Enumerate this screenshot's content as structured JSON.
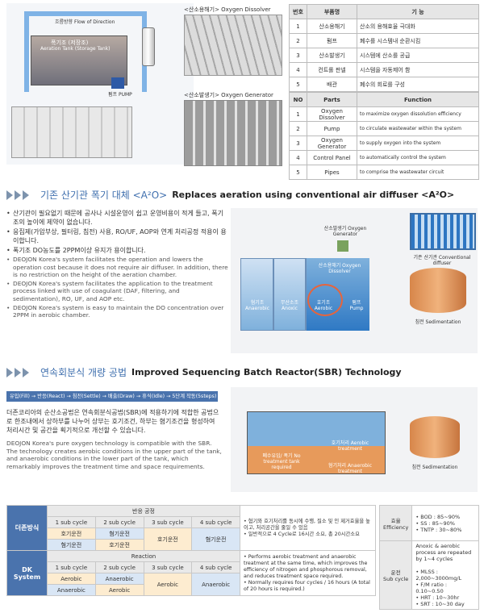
{
  "top_diagram": {
    "flow_label": "흐름방향 Flow of Direction",
    "tank_label": "폭기조 (저장조)",
    "tank_label_en": "Aeration Tank (Storage Tank)",
    "pump_label": "펌프 PUMP",
    "dissolver_label": "<산소용해기> Oxygen Dissolver",
    "generator_label": "<산소발생기> Oxygen Generator"
  },
  "kr_table": {
    "headers": [
      "번호",
      "부품명",
      "기 능"
    ],
    "rows": [
      [
        "1",
        "산소용해기",
        "산소의 용해효율 극대화"
      ],
      [
        "2",
        "펌프",
        "폐수를 시스템내 순환시킴"
      ],
      [
        "3",
        "산소발생기",
        "시스템에 산소를 공급"
      ],
      [
        "4",
        "컨트롤 판넬",
        "시스템을 자동제어 함"
      ],
      [
        "5",
        "배관",
        "폐수의 회로를 구성"
      ]
    ]
  },
  "en_table": {
    "headers": [
      "NO",
      "Parts",
      "Function"
    ],
    "rows": [
      [
        "1",
        "Oxygen Dissolver",
        "to maximize oxygen dissolution efficiency"
      ],
      [
        "2",
        "Pump",
        "to circulate wastewater within the system"
      ],
      [
        "3",
        "Oxygen Generator",
        "to supply oxygen into the system"
      ],
      [
        "4",
        "Control Panel",
        "to automatically control the system"
      ],
      [
        "5",
        "Pipes",
        "to comprise the wastewater circuit"
      ]
    ]
  },
  "section1": {
    "title_ko": "기존 산기관 폭기 대체 <A²O>",
    "title_en": "Replaces aeration using conventional air diffuser <A²O>",
    "bullets_ko": [
      "산기관이 필요없기 때문에 공사나 시설운영이 쉽고 운영비용이 적게 들고, 폭기조의 높이에 제약이 없습니다.",
      "응집제(가압부상, 필터링, 침전) 사용, RO/UF, AOP와 연계 처리공정 적용이 용이합니다.",
      "폭기조 DO농도를 2PPM이상 유지가 용이합니다."
    ],
    "bullets_en": [
      "DEOJON Korea's system facilitates the operation and lowers the operation cost because it does not require air diffuser. In addition, there is no restriction on the height of the aeration chamber.",
      "DEOJON Korea's system facilitates the application to the treatment process linked with use of coagulant (DAF, filtering, and sedimentation), RO, UF, and AOP etc.",
      "DEOJON Korea's system is easy to maintain the DO concentration over 2PPM in aerobic chamber."
    ],
    "diagram": {
      "generator": "산소발생기 Oxygen Generator",
      "dissolver": "산소용해기 Oxygen Dissolver",
      "anaerobic": "혐기조 Anaerobic",
      "anoxic": "무산소조 Anoxic",
      "aerobic": "호기조 Aerobic",
      "pump": "펌프 Pump",
      "diffuser": "기존 산기관 Conventional diffuser",
      "sedimentation": "침전 Sedimentation"
    }
  },
  "section2": {
    "title_ko": "연속회분식 개량 공법",
    "title_en": "Improved Sequencing Batch Reactor(SBR) Technology",
    "flow": "유입(Fill) → 반응(React) → 침전(Settle) → 배출(Draw) → 휴식(Idle) → 5단계 작동(5steps)",
    "para_ko": "더존코리아의 순산소공법은 연속회분식공법(SBR)에 적용하기에 적합한 공법으로 한조내에서 상하부를 나누어 상부는 호기조건, 하부는 혐기조건을 형성하여 처리시간 및 공간을 획기적으로 개선할 수 있습니다.",
    "para_en": "DEOJON Korea's pure oxygen technology is compatible with the SBR. The technology creates aerobic conditions in the upper part of the tank, and anaerobic conditions in the lower part of the tank, which remarkably improves the treatment time and space requirements.",
    "diagram": {
      "aerobic": "호기처리 Aerobic treatment",
      "anaerobic": "혐기처리 Anaerobic treatment",
      "no_diffuser": "폐수유입/ 폭기 No treatment tank required",
      "sedimentation": "침전 Sedimentation"
    }
  },
  "bottom_table": {
    "legacy_label": "더존방식",
    "legacy_process": "반응 공정",
    "dk_label": "DK System",
    "dk_process": "Reaction",
    "cycles_ko": [
      "1 sub cycle",
      "2 sub cycle",
      "3 sub cycle",
      "4 sub cycle"
    ],
    "legacy_r1": [
      "호기운전",
      "혐기운전",
      "호기운전",
      "혐기운전"
    ],
    "legacy_r2": [
      "혐기운전",
      "호기운전"
    ],
    "legacy_note": [
      "혐기와 호기처리를 동시에 수행, 질소 및 인 제거효율을 높이고, 처리공간을 줄일 수 있음",
      "일반적으로 4 Cycle로 16시간 소요, 총 20시간소요"
    ],
    "dk_r1": [
      "Aerobic",
      "Anaerobic",
      "Aerobic",
      "Anaerobic"
    ],
    "dk_r2": [
      "Anaerobic",
      "Aerobic"
    ],
    "dk_note": [
      "Performs aerobic treatment and anaerobic treatment at the same time, which improves the efficiency of nitrogen and phosphorous removal, and reduces treatment space required.",
      "Normally requires four cycles / 16 hours (A total of 20 hours is required.)"
    ]
  },
  "right_table": {
    "eff_label_ko": "효율",
    "eff_label_en": "Efficiency",
    "eff_values": [
      "BOD : 85~90%",
      "SS : 85~90%",
      "TNTP : 30~80%"
    ],
    "op_label_ko": "운전",
    "op_label_en": "Sub cycle",
    "op_intro": "Anoxic & aerobic process are repeated by 1~4 cycles",
    "op_values": [
      "MLSS : 2,000~3000mg/L",
      "F/M ratio : 0.10~0.50",
      "HRT : 10~30hr",
      "SRT : 10~30 day"
    ]
  }
}
